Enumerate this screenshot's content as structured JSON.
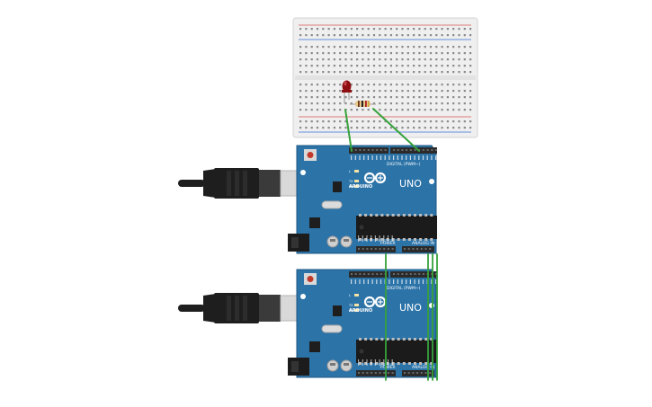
{
  "colors": {
    "board": "#2c73a8",
    "board_edge": "#1d5783",
    "breadboard": "#efefef",
    "wire": "#36a23b",
    "header": "#2b2b2b",
    "usb_cable": "#1e1e1e",
    "usb_metal": "#d9d9d9",
    "led": "#8e0f12",
    "resistor": "#e6c68c"
  },
  "boards": [
    {
      "model": "UNO",
      "brand": "ARDUINO",
      "digital_label": "DIGITAL (PWM~)",
      "power_label": "POWER",
      "analog_label": "ANALOG IN",
      "led_labels": [
        "L",
        "TX",
        "RX"
      ]
    },
    {
      "model": "UNO",
      "brand": "ARDUINO",
      "digital_label": "DIGITAL (PWM~)",
      "power_label": "POWER",
      "analog_label": "ANALOG IN",
      "led_labels": [
        "L",
        "TX",
        "RX"
      ]
    }
  ],
  "icons": {
    "usb_cable": "usb-cable-icon",
    "led": "led-icon",
    "resistor": "resistor-icon",
    "infinity_logo": "arduino-logo-icon"
  }
}
